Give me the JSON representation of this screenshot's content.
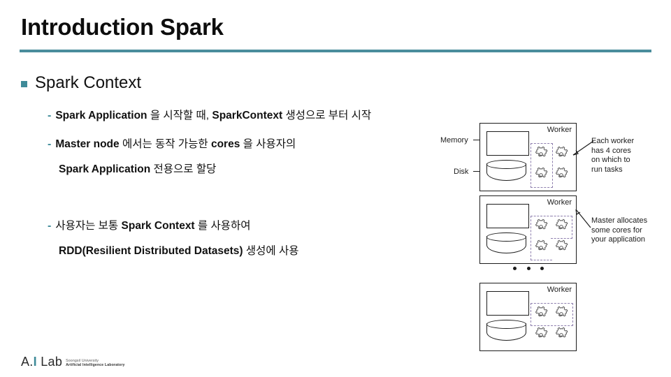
{
  "slide": {
    "title": "Introduction Spark",
    "accent_color": "#4a8d9c",
    "bullet_color": "#3f8b99",
    "dash_color": "#3f8b99"
  },
  "section": {
    "marker": "square-bullet",
    "heading": "Spark Context"
  },
  "bullets": [
    {
      "dash": "-",
      "line1_a": "Spark Application",
      "line1_b": " 을 시작할 때, ",
      "line1_c": "SparkContext",
      "line1_d": " 생성으로 부터 시작"
    },
    {
      "dash": "-",
      "line1_a": "Master node",
      "line1_b": " 에서는 동작 가능한 ",
      "line1_c": "cores",
      "line1_d": " 을 사용자의",
      "cont_a": "Spark Application",
      "cont_b": " 전용으로 할당"
    },
    {
      "dash": "-",
      "line1_a": "사용자는 보통 ",
      "line1_b": "Spark Context",
      "line1_c": " 를 사용하여",
      "cont_a": "RDD(Resilient Distributed Datasets)",
      "cont_b": " 생성에 사용"
    }
  ],
  "diagram": {
    "labels": {
      "memory": "Memory",
      "disk": "Disk",
      "worker": "Worker",
      "ellipsis": "• • •"
    },
    "workers": [
      {
        "name": "worker-1",
        "worker_label": "Worker",
        "cores": 4,
        "selected_cores": 2,
        "selection_shape": "vertical-left-column"
      },
      {
        "name": "worker-2",
        "worker_label": "Worker",
        "cores": 4,
        "selected_cores": 3,
        "selection_shape": "l-shape"
      },
      {
        "name": "worker-3",
        "worker_label": "Worker",
        "cores": 4,
        "selected_cores": 2,
        "selection_shape": "horizontal-top-row"
      }
    ],
    "notes": [
      {
        "name": "cores-note",
        "lines": [
          "Each worker",
          "has 4 cores",
          "on which to",
          "run tasks"
        ]
      },
      {
        "name": "allocation-note",
        "lines": [
          "Master allocates",
          "some cores for",
          "your application"
        ]
      }
    ],
    "dashed_color": "#8e7fae"
  },
  "logo": {
    "mark_a": "A.",
    "mark_i": "I",
    "mark_b": " Lab",
    "sub_line1": "Soongsil University",
    "sub_line2": "Artificial Intelligence Laboratory"
  }
}
